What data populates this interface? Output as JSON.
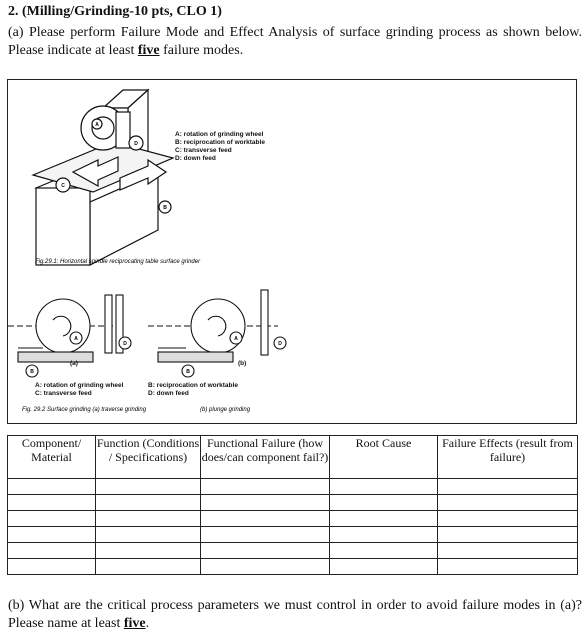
{
  "question": {
    "title": "2.  (Milling/Grinding-10 pts, CLO 1)",
    "part_a_text": "(a) Please perform Failure Mode and Effect Analysis of surface grinding process as shown below. Please indicate at least ",
    "part_a_emph": "five",
    "part_a_tail": " failure modes.",
    "part_b_text": "(b) What are the critical process parameters we must control in order to avoid failure modes in (a)? Please name at least ",
    "part_b_emph": "five",
    "part_b_tail": "."
  },
  "figure": {
    "legend1": [
      "A: rotation of grinding wheel",
      "B: reciprocation of worktable",
      "C: transverse feed",
      "D: down feed"
    ],
    "caption1": "Fig.29.1: Horizontal spindle reciprocating table surface grinder",
    "label_a": "(a)",
    "label_b": "(b)",
    "legend2_left": [
      "A: rotation of grinding wheel",
      "C: transverse feed"
    ],
    "legend2_right": [
      "B: reciprocation of worktable",
      "D: down feed"
    ],
    "caption2": "Fig. 29.2 Surface grinding (a) traverse grinding",
    "caption2b": "(b) plunge grinding",
    "markers": {
      "a": "A",
      "b": "B",
      "c": "C",
      "d": "D"
    }
  },
  "table": {
    "headers": [
      "Component/ Material",
      "Function (Conditions / Specifications)",
      "Functional Failure (how does/can component fail?)",
      "Root Cause",
      "Failure Effects (result from failure)"
    ],
    "empty_rows": 6
  }
}
